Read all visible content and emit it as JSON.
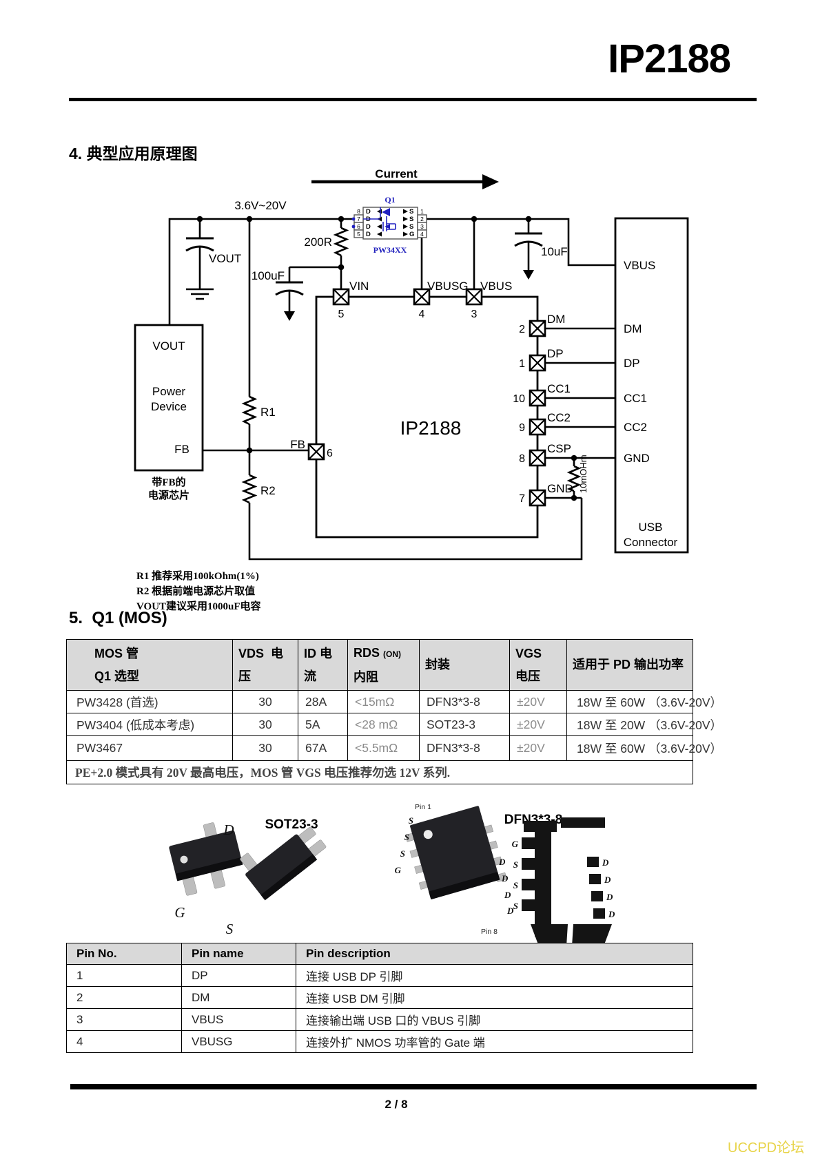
{
  "page": {
    "title": "IP2188",
    "page_number": "2 / 8",
    "watermark": "UCCPD论坛"
  },
  "sections": {
    "s4": "4. 典型应用原理图",
    "s5": "5.  Q1 (MOS)"
  },
  "schematic": {
    "current_label": "Current",
    "input_voltage": "3.6V~20V",
    "q1": {
      "ref": "Q1",
      "part": "PW34XX",
      "left_pins": [
        "8",
        "7",
        "6",
        "5"
      ],
      "right_pins": [
        "1",
        "2",
        "3",
        "4"
      ],
      "d_label": "D",
      "s_labels": [
        "S",
        "S",
        "S",
        "G"
      ]
    },
    "components": {
      "r_gate": "200R",
      "c_in": "100uF",
      "c_out": "10uF",
      "c_vout": "VOUT",
      "r1": "R1",
      "r2": "R2",
      "sense": "10mOHm"
    },
    "power_device": {
      "vout": "VOUT",
      "line1": "Power",
      "line2": "Device",
      "fb": "FB",
      "cap1": "带FB的",
      "cap2": "电源芯片"
    },
    "ic": {
      "name": "IP2188",
      "pin5": "5",
      "pin5_label": "VIN",
      "pin4": "4",
      "pin4_label": "VBUSG",
      "pin3": "3",
      "pin3_label": "VBUS",
      "pin6": "6",
      "pin6_label": "FB",
      "right": [
        {
          "n": "2",
          "l": "DM"
        },
        {
          "n": "1",
          "l": "DP"
        },
        {
          "n": "10",
          "l": "CC1"
        },
        {
          "n": "9",
          "l": "CC2"
        },
        {
          "n": "8",
          "l": "CSP"
        },
        {
          "n": "7",
          "l": "GND"
        }
      ]
    },
    "usb": {
      "pins": [
        "VBUS",
        "DM",
        "DP",
        "CC1",
        "CC2",
        "GND"
      ],
      "line1": "USB",
      "line2": "Connector"
    },
    "notes": [
      "R1 推荐采用100kOhm(1%)",
      "R2 根据前端电源芯片取值",
      "VOUT建议采用1000uF电容"
    ]
  },
  "mos_table": {
    "header": {
      "c0a": "MOS 管",
      "c0b": "Q1 选型",
      "c1a": "VDS  电",
      "c1b": "压",
      "c2a": "ID 电",
      "c2b": "流",
      "c3a": "RDS",
      "c3sub": "(ON)",
      "c3b": "内阻",
      "c4": "封装",
      "c5a": "VGS",
      "c5b": "电压",
      "c6": "适用于 PD 输出功率"
    },
    "rows": [
      {
        "model": "PW3428 (首选)",
        "vds": "30",
        "id": "28A",
        "rds": "<15mΩ",
        "pkg": "DFN3*3-8",
        "vgs": "±20V",
        "pd": "18W 至 60W （3.6V-20V）"
      },
      {
        "model": "PW3404 (低成本考虑)",
        "vds": "30",
        "id": "5A",
        "rds": "<28 mΩ",
        "pkg": "SOT23-3",
        "vgs": "±20V",
        "pd": "18W 至 20W （3.6V-20V）"
      },
      {
        "model": "PW3467",
        "vds": "30",
        "id": "67A",
        "rds": "<5.5mΩ",
        "pkg": "DFN3*3-8",
        "vgs": "±20V",
        "pd": "18W 至 60W （3.6V-20V）"
      }
    ],
    "note": "PE+2.0 模式具有 20V 最高电压，MOS 管 VGS 电压推荐勿选 12V 系列."
  },
  "packages": {
    "sot": {
      "title": "SOT23-3",
      "d": "D",
      "g": "G",
      "s": "S"
    },
    "dfn": {
      "title": "DFN3*3-8",
      "pin1": "Pin 1",
      "pin8": "Pin 8",
      "left": [
        "S",
        "S",
        "S",
        "G"
      ],
      "right": [
        "D",
        "D",
        "D",
        "D"
      ],
      "fp_left": [
        "G",
        "S",
        "S",
        "S"
      ],
      "fp_right": [
        "D",
        "D",
        "D",
        "D"
      ]
    }
  },
  "pin_table": {
    "headers": {
      "no": "Pin No.",
      "name": "Pin name",
      "desc": "Pin description"
    },
    "rows": [
      {
        "no": "1",
        "name": "DP",
        "desc": "连接 USB DP 引脚"
      },
      {
        "no": "2",
        "name": "DM",
        "desc": "连接 USB DM 引脚"
      },
      {
        "no": "3",
        "name": "VBUS",
        "desc": "连接输出端 USB 口的 VBUS 引脚"
      },
      {
        "no": "4",
        "name": "VBUSG",
        "desc": "连接外扩 NMOS 功率管的 Gate 端"
      }
    ]
  }
}
